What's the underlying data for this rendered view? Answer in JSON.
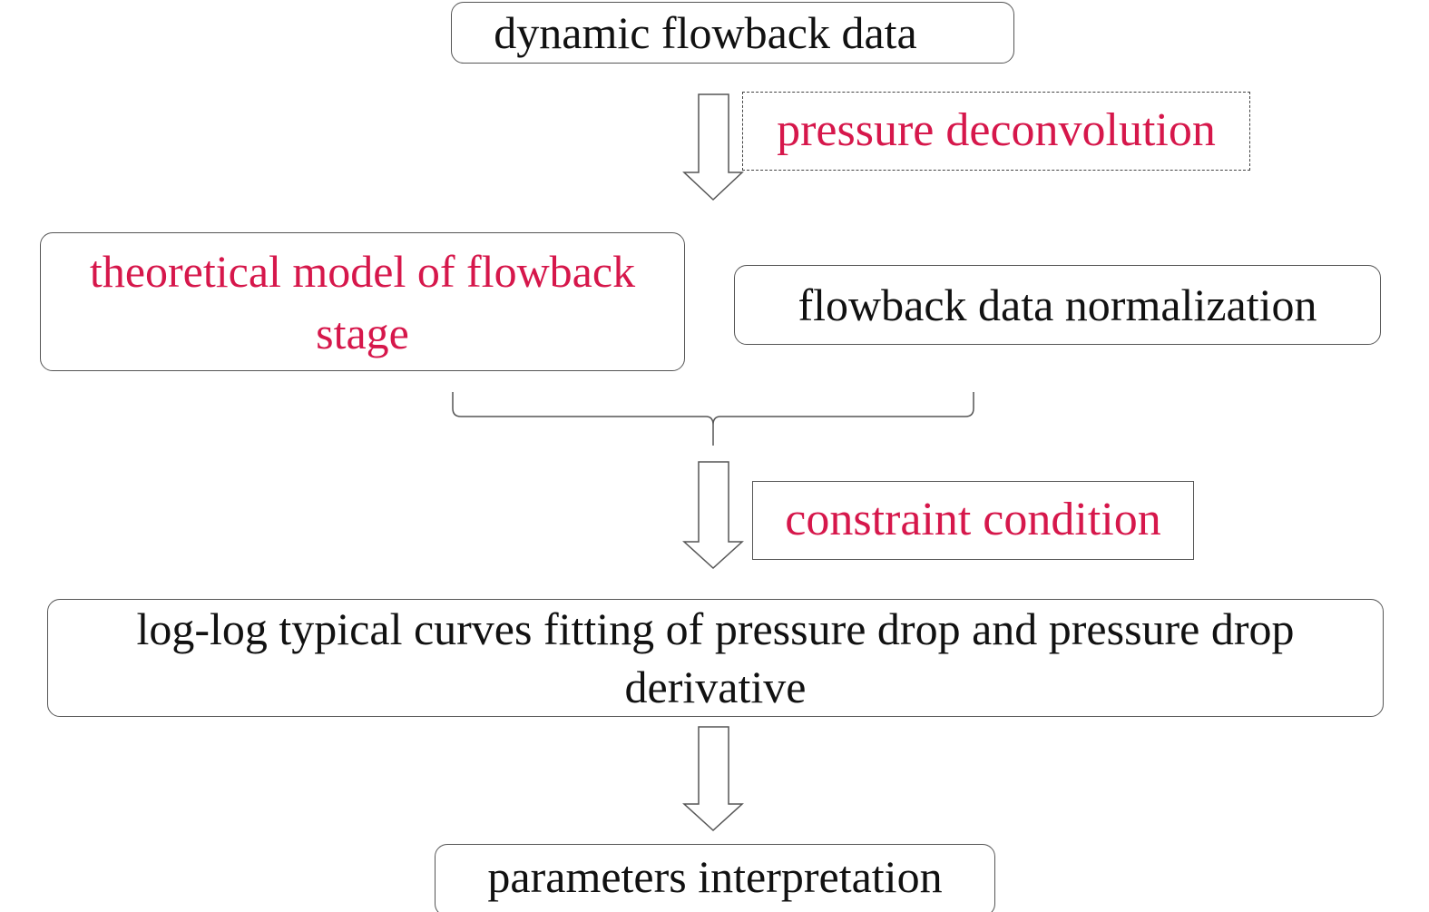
{
  "nodes": {
    "dynamic_flowback_data": "dynamic flowback data",
    "pressure_deconvolution": "pressure deconvolution",
    "theoretical_model": "theoretical model of flowback stage",
    "data_normalization": "flowback data normalization",
    "constraint_condition": "constraint condition",
    "curve_fitting": "log-log typical curves fitting of pressure drop and pressure drop derivative",
    "parameters_interpretation": "parameters interpretation"
  },
  "colors": {
    "highlight_text": "#d6174b",
    "default_text": "#111111",
    "border": "#555555"
  }
}
